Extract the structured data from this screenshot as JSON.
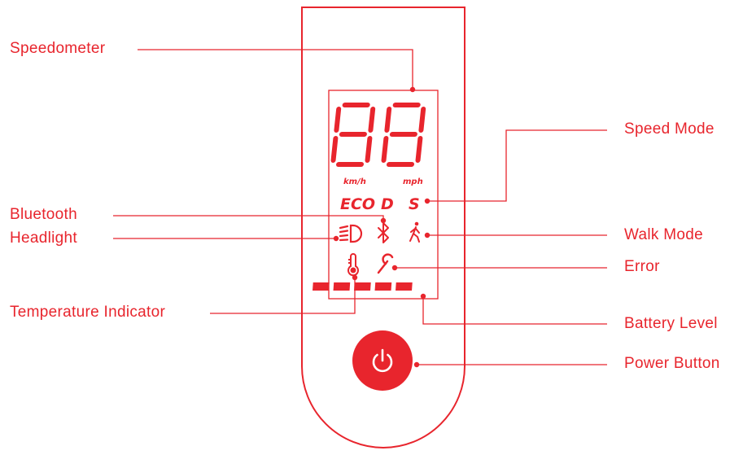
{
  "colors": {
    "accent": "#e8252d",
    "lcd_red": "#e8252d",
    "background": "#ffffff"
  },
  "labels": {
    "speedometer": "Speedometer",
    "bluetooth": "Bluetooth",
    "headlight": "Headlight",
    "temperature": "Temperature Indicator",
    "speed_mode": "Speed Mode",
    "walk_mode": "Walk Mode",
    "error": "Error",
    "battery_level": "Battery Level",
    "power_button": "Power Button"
  },
  "display": {
    "digits": "88",
    "unit_kmh": "km/h",
    "unit_mph": "mph",
    "mode_eco": "ECO",
    "mode_d": "D",
    "mode_s": "S",
    "battery_segments": 5
  },
  "icons": {
    "power": "power-icon",
    "bluetooth": "bluetooth-icon",
    "headlight": "headlight-icon",
    "walk": "walk-icon",
    "error": "wrench-icon",
    "temperature": "thermometer-icon"
  }
}
